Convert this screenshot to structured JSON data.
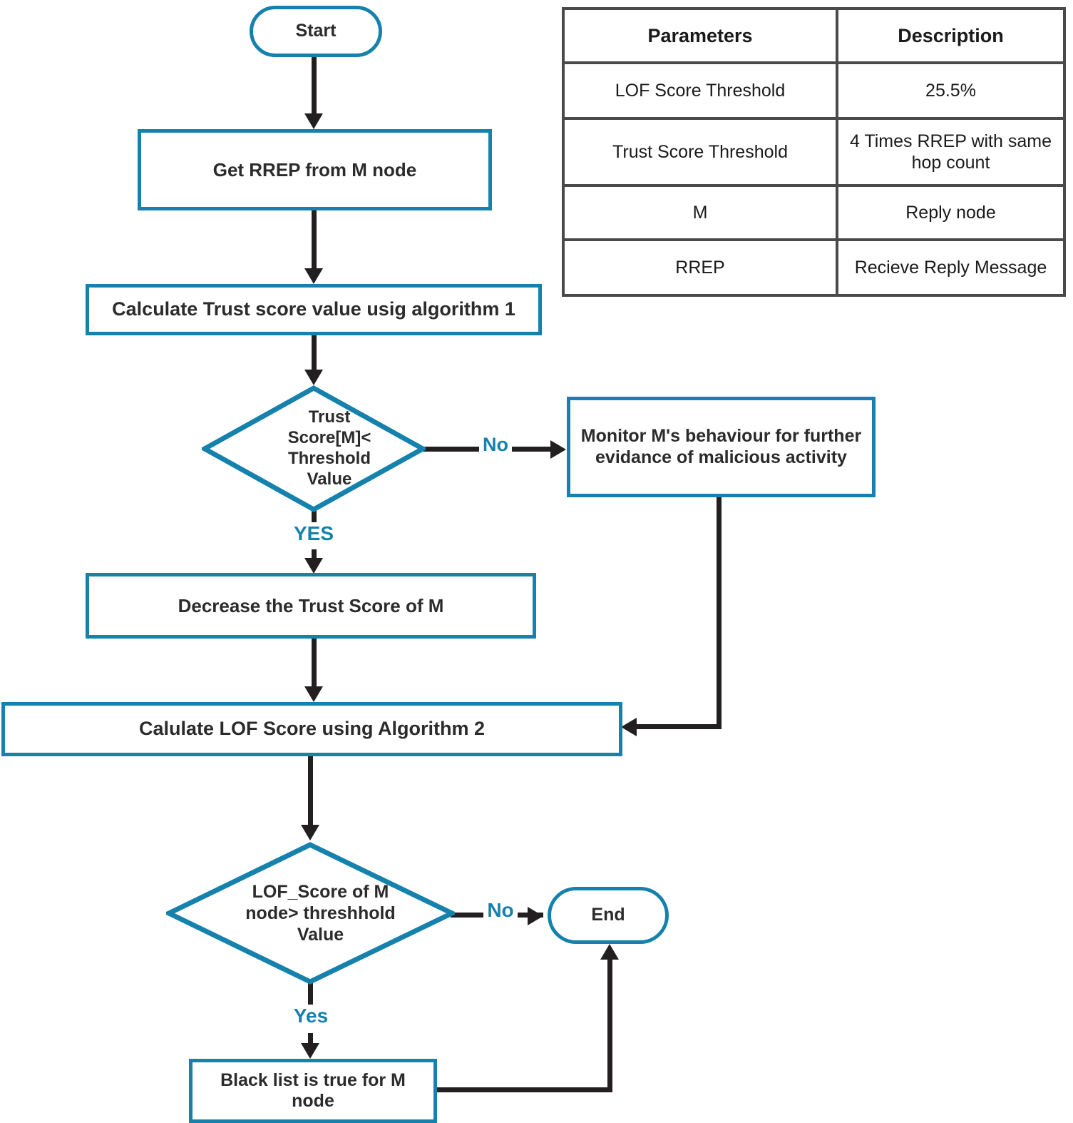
{
  "theme": {
    "node_border": "#1581ad",
    "connector": "#231f20",
    "label_color": "#1581ad",
    "table_border": "#4a4a4a",
    "text_color": "#2b2b2b"
  },
  "table": {
    "headers": [
      "Parameters",
      "Description"
    ],
    "rows": [
      {
        "parameter": "LOF Score Threshold",
        "description": "25.5%"
      },
      {
        "parameter": "Trust Score Threshold",
        "description": "4 Times RREP with same hop count"
      },
      {
        "parameter": "M",
        "description": "Reply node"
      },
      {
        "parameter": "RREP",
        "description": "Recieve Reply Message"
      }
    ]
  },
  "flowchart": {
    "nodes": {
      "start": "Start",
      "get_rrep": "Get RREP from M node",
      "calc_trust": "Calculate Trust score value usig algorithm 1",
      "trust_decision": "Trust\nScore[M]<\nThreshold\nValue",
      "monitor": "Monitor M's behaviour for further evidance of malicious activity",
      "decrease_trust": "Decrease the Trust Score of  M",
      "calc_lof": "Calulate LOF Score using Algorithm 2",
      "lof_decision": "LOF_Score of M\nnode> threshhold\nValue",
      "end": "End",
      "blacklist": "Black list is true for M node"
    },
    "edge_labels": {
      "trust_no": "No",
      "trust_yes": "YES",
      "lof_no": "No",
      "lof_yes": "Yes"
    }
  }
}
